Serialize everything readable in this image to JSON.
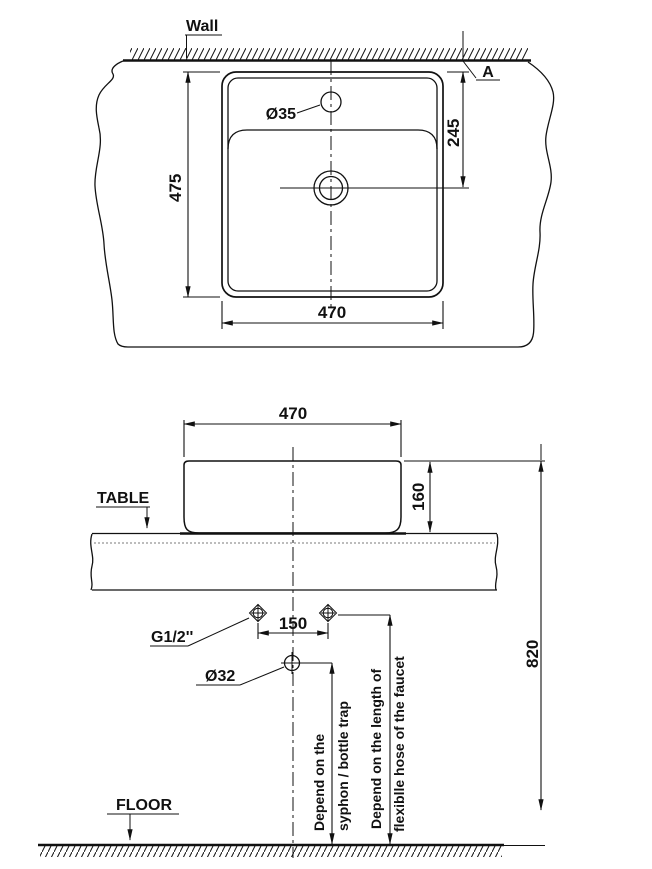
{
  "top_view": {
    "wall_label": "Wall",
    "section_label": "A",
    "depth": "475",
    "width": "470",
    "faucet_hole": "Ø35",
    "faucet_offset": "245"
  },
  "side_view": {
    "width": "470",
    "height": "160",
    "table_label": "TABLE",
    "rim_height": "820"
  },
  "installation": {
    "supply_thread": "G1/2''",
    "supply_spacing": "150",
    "drain": "Ø32",
    "floor_label": "FLOOR",
    "syphon_note": [
      "Depend on the",
      "syphon / bottle trap"
    ],
    "faucet_note": [
      "Depend on the length of",
      "flexiblle hose of the faucet"
    ]
  },
  "colors": {
    "line": "#111111",
    "background": "#ffffff",
    "table_core_dotted": "#a6a6a6"
  }
}
